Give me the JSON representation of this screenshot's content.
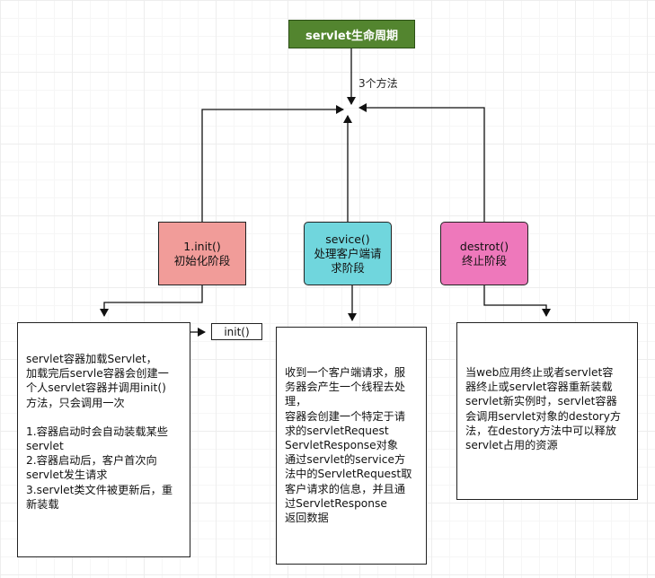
{
  "title": "servlet生命周期",
  "edge_label": "3个方法",
  "stages": [
    {
      "id": "init",
      "lines": [
        "1.init()",
        "初始化阶段"
      ]
    },
    {
      "id": "service",
      "lines": [
        "sevice()",
        "处理客户端请",
        "求阶段"
      ]
    },
    {
      "id": "destroy",
      "lines": [
        "destrot()",
        "终止阶段"
      ]
    }
  ],
  "init_tag": "init()",
  "notes": {
    "init": [
      "servlet容器加载Servlet，",
      "加载完后servle容器会创建一",
      "个人servlet容器并调用init()",
      "方法，只会调用一次",
      "",
      "1.容器启动时会自动装载某些",
      "servlet",
      "2.容器启动后，客户首次向",
      "servlet发生请求",
      "3.servlet类文件被更新后，重",
      "新装载"
    ],
    "service": [
      "收到一个客户端请求，服",
      "务器会产生一个线程去处",
      "理，",
      "容器会创建一个特定于请",
      "求的servletRequest",
      "ServletResponse对象",
      "通过servlet的service方",
      "法中的ServletRequest取",
      "客户请求的信息，并且通",
      "过ServletResponse",
      "返回数据"
    ],
    "destroy": [
      "当web应用终止或者servlet容",
      "器终止或servlet容器重新装载",
      "servlet新实例时，servlet容器",
      "会调用servlet对象的destory方",
      "法，在destory方法中可以释放",
      "servlet占用的资源"
    ]
  }
}
